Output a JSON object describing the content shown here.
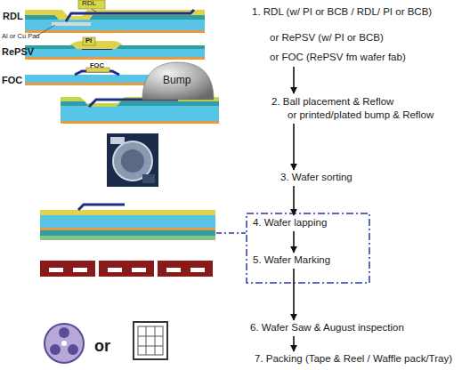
{
  "diagram": {
    "nodes": [
      {
        "text": [
          "1. RDL (w/ PI or BCB / RDL/ PI or BCB)",
          "or RePSV (w/ PI or BCB)",
          "or FOC (RePSV fm wafer fab)"
        ]
      },
      {
        "text": [
          "2. Ball placement & Reflow",
          "or printed/plated bump & Reflow"
        ]
      },
      {
        "text": [
          "3. Wafer sorting"
        ]
      },
      {
        "text": [
          "4. Wafer lapping"
        ]
      },
      {
        "text": [
          "5. Wafer Marking"
        ]
      },
      {
        "text": [
          "6. Wafer Saw & August inspection"
        ]
      },
      {
        "text": [
          "7. Packing (Tape & Reel / Waffle pack/Tray)"
        ]
      }
    ],
    "edges": [
      {
        "from": 0,
        "to": 1,
        "arrow": "to"
      },
      {
        "from": 1,
        "to": 2,
        "arrow": "to"
      },
      {
        "from": 2,
        "to": 3,
        "arrow": "to"
      },
      {
        "from": 3,
        "to": 4,
        "arrow": "to"
      },
      {
        "from": 4,
        "to": 5,
        "arrow": "to"
      },
      {
        "from": 5,
        "to": 6,
        "arrow": "to"
      }
    ],
    "labels": [
      "RDL",
      "RDL",
      "Al or Cu Pad",
      "PI",
      "RePSV",
      "FOC",
      "FOC",
      "Bump",
      "or"
    ]
  }
}
